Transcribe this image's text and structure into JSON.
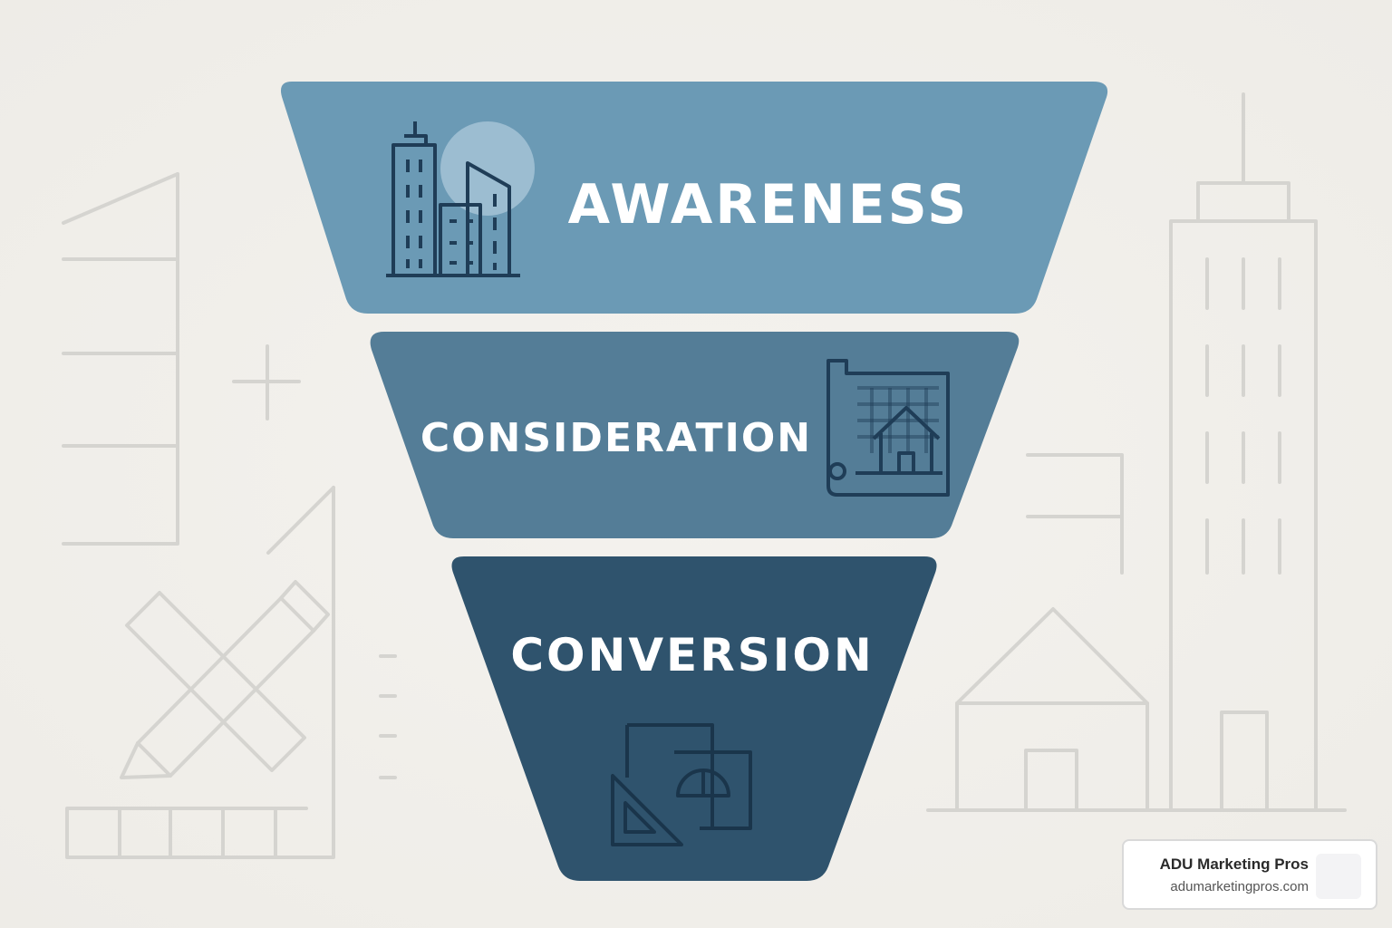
{
  "funnel": {
    "stages": [
      {
        "label": "AWARENESS",
        "color": "#6b9ab5",
        "icon": "buildings-icon"
      },
      {
        "label": "CONSIDERATION",
        "color": "#547d97",
        "icon": "blueprint-house-icon"
      },
      {
        "label": "CONVERSION",
        "color": "#2f536d",
        "icon": "drafting-tools-icon"
      }
    ]
  },
  "badge": {
    "title": "ADU Marketing Pros",
    "url": "adumarketingpros.com",
    "icon": "logo-icon"
  },
  "background": {
    "line_color": "#d5d4d0",
    "icons": [
      "ruler-icon",
      "pencil-icon",
      "set-square-icon",
      "house-outline-icon",
      "skyscraper-outline-icon"
    ]
  }
}
